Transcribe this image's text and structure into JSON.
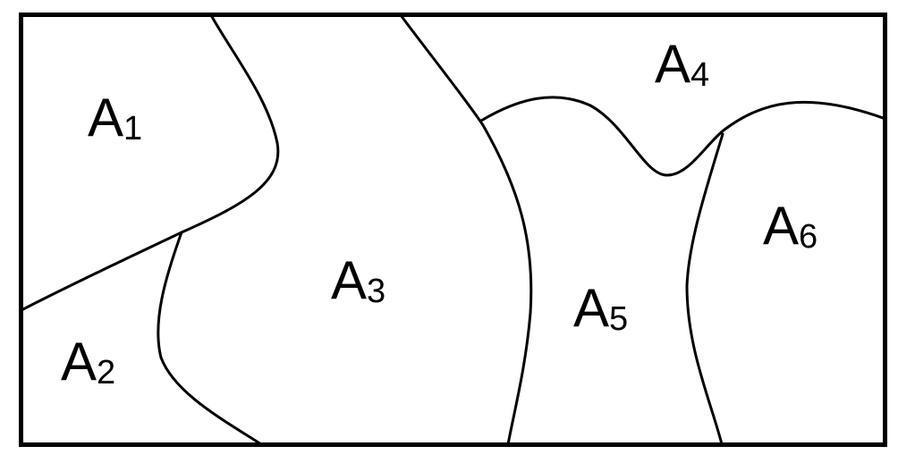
{
  "diagram": {
    "colors": {
      "line": "#000000",
      "background": "#ffffff"
    },
    "regions": [
      {
        "letter": "A",
        "subscript": "1"
      },
      {
        "letter": "A",
        "subscript": "2"
      },
      {
        "letter": "A",
        "subscript": "3"
      },
      {
        "letter": "A",
        "subscript": "4"
      },
      {
        "letter": "A",
        "subscript": "5"
      },
      {
        "letter": "A",
        "subscript": "6"
      }
    ]
  }
}
